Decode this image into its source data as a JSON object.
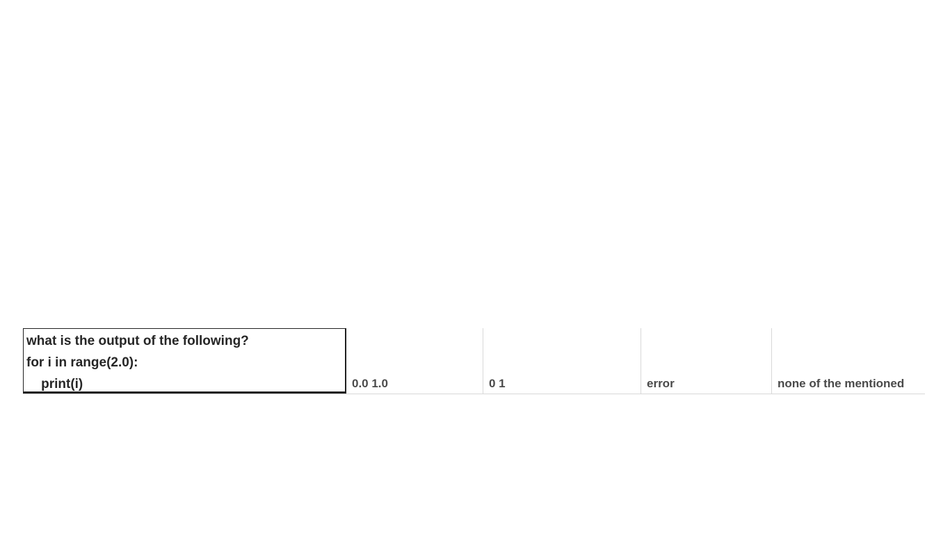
{
  "question": {
    "lines": [
      "what is the output of the following?",
      "for i in range(2.0):",
      "    print(i)"
    ]
  },
  "options": [
    "0.0 1.0",
    "0 1",
    "error",
    "none of the mentioned"
  ]
}
